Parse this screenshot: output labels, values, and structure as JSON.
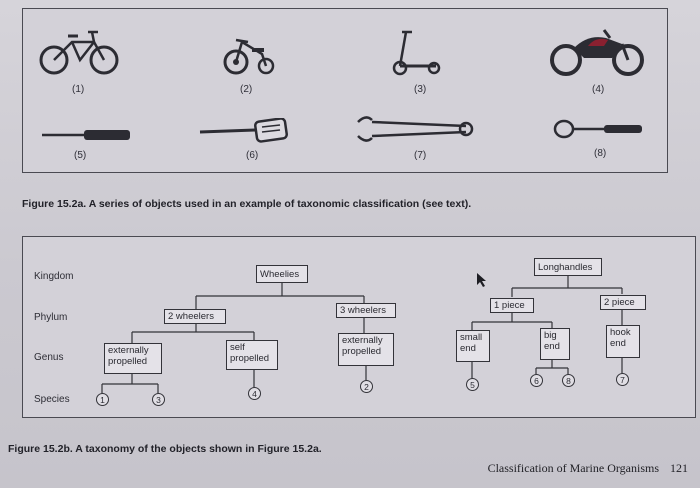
{
  "figure_a": {
    "caption": "Figure 15.2a. A series of objects used in an example of taxonomic classification (see text).",
    "objects": [
      {
        "label": "(1)",
        "icon": "bicycle-icon"
      },
      {
        "label": "(2)",
        "icon": "tricycle-icon"
      },
      {
        "label": "(3)",
        "icon": "scooter-icon"
      },
      {
        "label": "(4)",
        "icon": "motorcycle-icon"
      },
      {
        "label": "(5)",
        "icon": "screwdriver-icon"
      },
      {
        "label": "(6)",
        "icon": "spatula-icon"
      },
      {
        "label": "(7)",
        "icon": "tongs-icon"
      },
      {
        "label": "(8)",
        "icon": "spoon-icon"
      }
    ]
  },
  "figure_b": {
    "caption": "Figure 15.2b. A taxonomy of the objects shown in Figure 15.2a.",
    "ranks": {
      "kingdom": "Kingdom",
      "phylum": "Phylum",
      "genus": "Genus",
      "species": "Species"
    },
    "kingdoms": {
      "wheelies": "Wheelies",
      "longhandles": "Longhandles"
    },
    "phyla": {
      "two_wheelers": "2 wheelers",
      "three_wheelers": "3 wheelers",
      "one_piece": "1 piece",
      "two_piece": "2 piece"
    },
    "genera": {
      "ext_prop_a_l1": "externally",
      "ext_prop_a_l2": "propelled",
      "self_prop_l1": "self",
      "self_prop_l2": "propelled",
      "ext_prop_b_l1": "externally",
      "ext_prop_b_l2": "propelled",
      "small_end_l1": "small",
      "small_end_l2": "end",
      "big_end_l1": "big",
      "big_end_l2": "end",
      "hook_end_l1": "hook",
      "hook_end_l2": "end"
    },
    "species": [
      "1",
      "3",
      "4",
      "2",
      "5",
      "6",
      "8",
      "7"
    ]
  },
  "footer": {
    "text": "Classification of Marine Organisms",
    "page": "121"
  }
}
